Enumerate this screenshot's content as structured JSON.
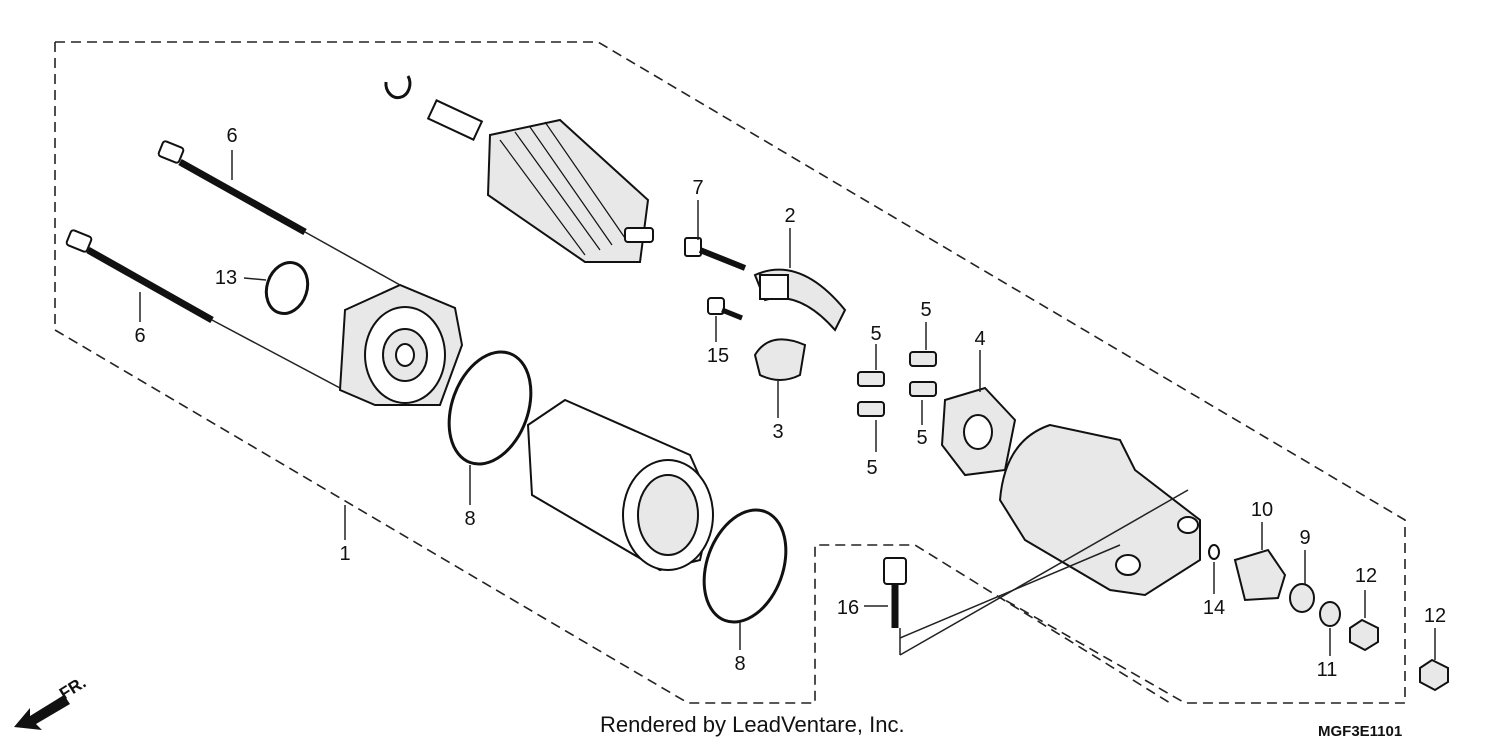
{
  "diagram": {
    "labels": {
      "p1": "1",
      "p2": "2",
      "p3": "3",
      "p4": "4",
      "p5a": "5",
      "p5b": "5",
      "p5c": "5",
      "p5d": "5",
      "p6a": "6",
      "p6b": "6",
      "p7": "7",
      "p8a": "8",
      "p8b": "8",
      "p9": "9",
      "p10": "10",
      "p11": "11",
      "p12a": "12",
      "p12b": "12",
      "p13": "13",
      "p14": "14",
      "p15": "15",
      "p16": "16"
    },
    "direction": "FR.",
    "credit": "Rendered by LeadVentare, Inc.",
    "code": "MGF3E1101"
  }
}
